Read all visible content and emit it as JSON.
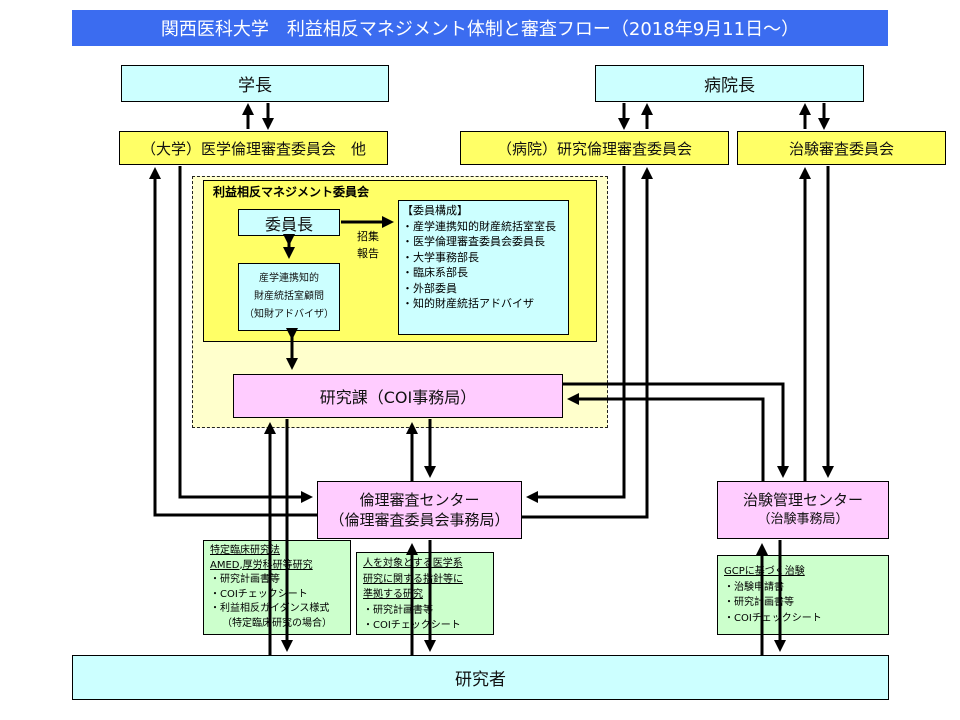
{
  "title": "関西医科大学　利益相反マネジメント体制と審査フロー（2018年9月11日～）",
  "nodes": {
    "president": "学長",
    "hospital_director": "病院長",
    "univ_ethics": "（大学）医学倫理審査委員会　他",
    "hosp_ethics": "（病院）研究倫理審査委員会",
    "clinical_trial_committee": "治験審査委員会",
    "coi_committee_title": "利益相反マネジメント委員会",
    "chair": "委員長",
    "advisor_lines": [
      "産学連携知的",
      "財産統括室顧問",
      "（知財アドバイザ）"
    ],
    "notice_lines": [
      "招集",
      "報告"
    ],
    "research_office": "研究課（COI事務局）",
    "ethics_center_lines": [
      "倫理審査センター",
      "（倫理審査委員会事務局）"
    ],
    "trial_center_lines": [
      "治験管理センター",
      "（治験事務局）"
    ],
    "researcher": "研究者"
  },
  "members": {
    "heading": "【委員構成】",
    "items": [
      "・産学連携知的財産統括室室長",
      "・医学倫理審査委員会委員長",
      "・大学事務部長",
      "・臨床系部長",
      "・外部委員",
      "・知的財産統括アドバイザ"
    ]
  },
  "documents": [
    {
      "headings": [
        "特定臨床研究法",
        "AMED,厚労科研等研究"
      ],
      "items": [
        "・研究計画書等",
        "・COIチェックシート",
        "・利益相反ガイダンス様式",
        "（特定臨床研究の場合）"
      ]
    },
    {
      "headings": [
        "人を対象とする医学系",
        "研究に関する指針等に",
        "準拠する研究"
      ],
      "items": [
        "・研究計画書等",
        "・COIチェックシート"
      ]
    },
    {
      "headings": [
        "GCPに基づく治験"
      ],
      "items": [
        "・治験申請書",
        "・研究計画書等",
        "・COIチェックシート"
      ]
    }
  ]
}
